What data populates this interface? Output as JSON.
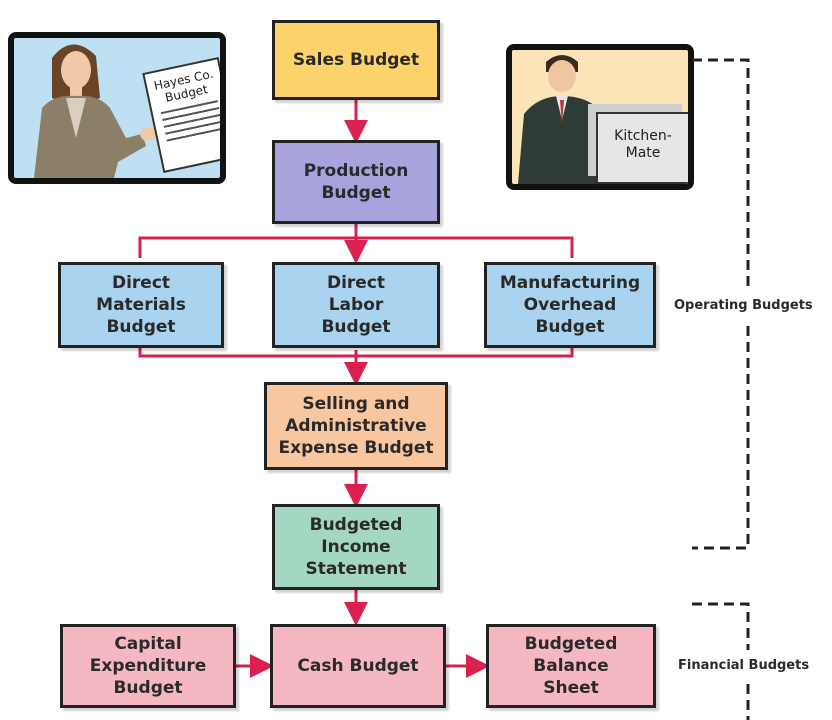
{
  "boxes": {
    "sales": "Sales Budget",
    "production": "Production\nBudget",
    "direct_materials": "Direct\nMaterials\nBudget",
    "direct_labor": "Direct\nLabor\nBudget",
    "manufacturing_overhead": "Manufacturing\nOverhead\nBudget",
    "selling_admin": "Selling and\nAdministrative\nExpense Budget",
    "income_statement": "Budgeted\nIncome\nStatement",
    "capital_expenditure": "Capital\nExpenditure\nBudget",
    "cash": "Cash Budget",
    "balance_sheet": "Budgeted\nBalance\nSheet"
  },
  "groups": {
    "operating": "Operating Budgets",
    "financial": "Financial Budgets"
  },
  "illustrations": {
    "woman_document_line1": "Hayes Co.",
    "woman_document_line2": "Budget",
    "man_box_line1": "Kitchen-",
    "man_box_line2": "Mate"
  },
  "colors": {
    "arrow": "#d9204f",
    "border": "#222222",
    "bracket": "#222222"
  }
}
